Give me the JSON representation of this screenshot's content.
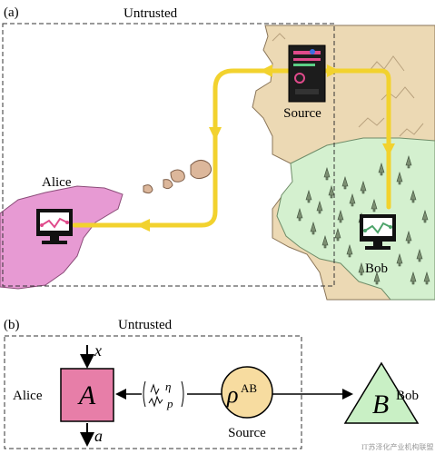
{
  "panel_a": {
    "panel_label": "(a)",
    "boundary_label": "Untrusted",
    "alice_label": "Alice",
    "source_label": "Source",
    "bob_label": "Bob"
  },
  "panel_b": {
    "panel_label": "(b)",
    "boundary_label": "Untrusted",
    "alice_label": "Alice",
    "alice_box_letter": "A",
    "input_label": "x",
    "output_label": "a",
    "noise_symbol_top": "η",
    "noise_symbol_bottom": "p",
    "source_symbol": "ρ",
    "source_superscript": "AB",
    "source_label": "Source",
    "bob_box_letter": "B",
    "bob_label": "Bob"
  },
  "watermark_text": "IT苏泽化产业机构联盟",
  "colors": {
    "path_yellow": "#f2d22e",
    "alice_land_pink": "#e79ad3",
    "beige_land": "#ecd9b4",
    "bob_forest_green": "#d4f0cf",
    "alice_box_pink": "#e77ea8",
    "source_circle": "#f7dca0",
    "bob_triangle_green": "#c9f0c5",
    "screen_line": "#e04a8b",
    "screen_line_bob": "#4ca36a"
  },
  "icons": [
    "computer-monitor-icon",
    "server-tower-icon",
    "tree-icon",
    "cloud-icon"
  ]
}
